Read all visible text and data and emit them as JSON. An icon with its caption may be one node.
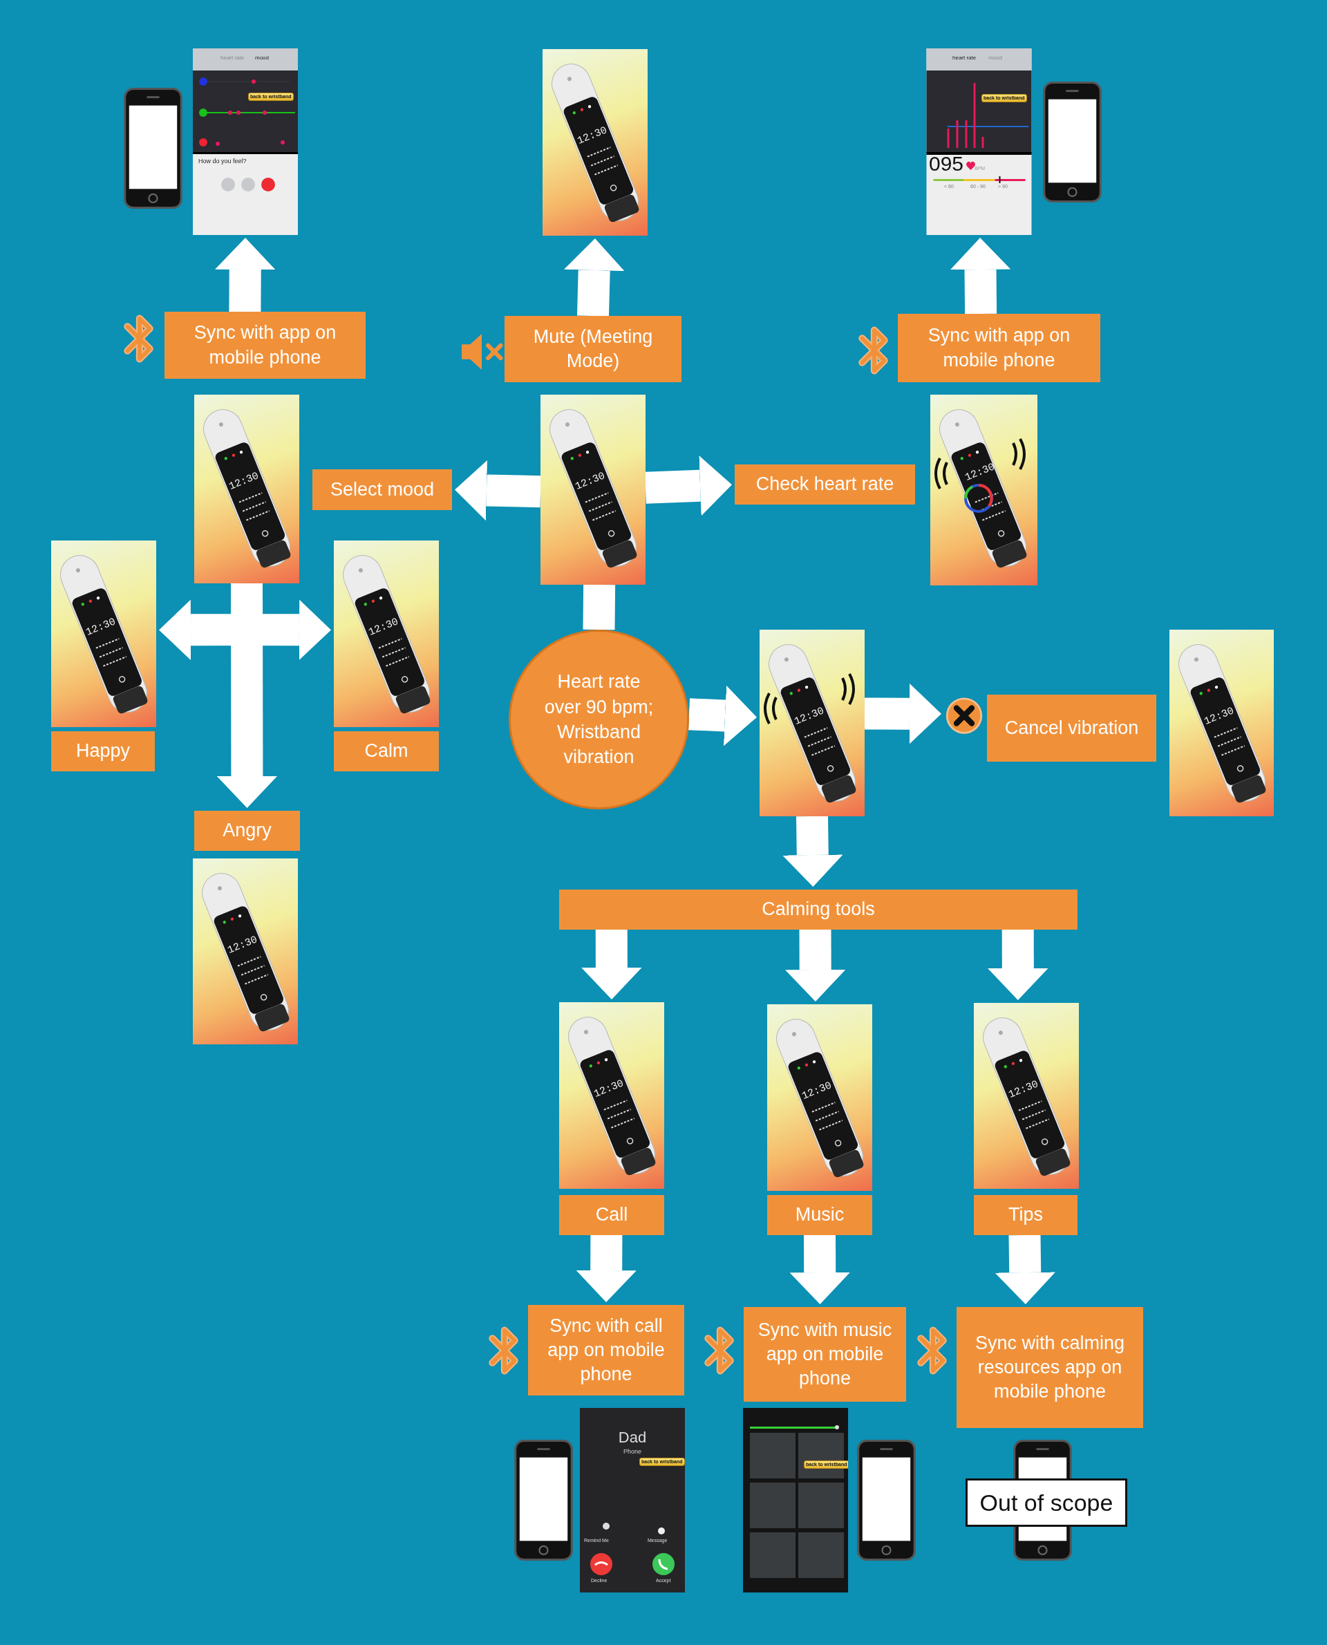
{
  "diagram": {
    "nodes": [
      {
        "text": [
          "heart rate",
          "mood",
          "back to wristband",
          "How do you feel?"
        ]
      },
      {
        "text": [
          "12:30"
        ]
      },
      {
        "text": [
          "heart rate",
          "mood",
          "back to wristband",
          "095",
          "BPM",
          "< 60",
          "60 - 90",
          "> 90"
        ]
      },
      {
        "text": [
          "Sync with app on mobile phone"
        ]
      },
      {
        "text": [
          "Mute (Meeting Mode)"
        ]
      },
      {
        "text": [
          "Sync with app on mobile phone"
        ]
      },
      {
        "text": [
          "12:30"
        ]
      },
      {
        "text": [
          "Select mood"
        ]
      },
      {
        "text": [
          "12:30"
        ]
      },
      {
        "text": [
          "Check heart rate"
        ]
      },
      {
        "text": [
          "12:30"
        ]
      },
      {
        "text": [
          "12:30"
        ]
      },
      {
        "text": [
          "Happy"
        ]
      },
      {
        "text": [
          "12:30"
        ]
      },
      {
        "text": [
          "Calm"
        ]
      },
      {
        "text": [
          "Angry"
        ]
      },
      {
        "text": [
          "12:30"
        ]
      },
      {
        "text": [
          "Heart rate over 90 bpm; Wristband vibration"
        ]
      },
      {
        "text": [
          "12:30"
        ]
      },
      {
        "text": [],
        "shape": "circle"
      },
      {
        "text": [
          "Cancel vibration"
        ]
      },
      {
        "text": [
          "12:30"
        ]
      },
      {
        "text": [
          "Calming tools"
        ]
      },
      {
        "text": [
          "12:30"
        ]
      },
      {
        "text": [
          "12:30"
        ]
      },
      {
        "text": [
          "12:30"
        ]
      },
      {
        "text": [
          "Call"
        ]
      },
      {
        "text": [
          "Music"
        ]
      },
      {
        "text": [
          "Tips"
        ]
      },
      {
        "text": [
          "Sync with call app on mobile phone"
        ]
      },
      {
        "text": [
          "Sync with music app on mobile phone"
        ]
      },
      {
        "text": [
          "Sync with calming resources app on mobile phone"
        ]
      },
      {
        "text": [
          "Dad",
          "Phone",
          "back to wristband",
          "Remind Me",
          "Message",
          "Decline",
          "Accept"
        ]
      },
      {
        "text": [
          "back to wristband"
        ]
      },
      {
        "text": [
          "Out of scope"
        ]
      }
    ],
    "edges": [
      {
        "from": 3,
        "to": 0,
        "arrow": "to"
      },
      {
        "from": 4,
        "to": 1,
        "arrow": "to"
      },
      {
        "from": 5,
        "to": 2,
        "arrow": "to"
      },
      {
        "from": 8,
        "to": 7,
        "arrow": "to"
      },
      {
        "from": 8,
        "to": 9,
        "arrow": "to"
      },
      {
        "from": 8,
        "to": 17,
        "arrow": "none"
      },
      {
        "from": 6,
        "to": 11,
        "arrow": "to"
      },
      {
        "from": 6,
        "to": 13,
        "arrow": "to"
      },
      {
        "from": 6,
        "to": 15,
        "arrow": "to"
      },
      {
        "from": 17,
        "to": 18,
        "arrow": "to"
      },
      {
        "from": 18,
        "to": 19,
        "arrow": "to"
      },
      {
        "from": 18,
        "to": 22,
        "arrow": "to"
      },
      {
        "from": 22,
        "to": 23,
        "arrow": "to"
      },
      {
        "from": 22,
        "to": 24,
        "arrow": "to"
      },
      {
        "from": 22,
        "to": 25,
        "arrow": "to"
      },
      {
        "from": 26,
        "to": 29,
        "arrow": "to"
      },
      {
        "from": 27,
        "to": 30,
        "arrow": "to"
      },
      {
        "from": 28,
        "to": 31,
        "arrow": "to"
      }
    ]
  }
}
